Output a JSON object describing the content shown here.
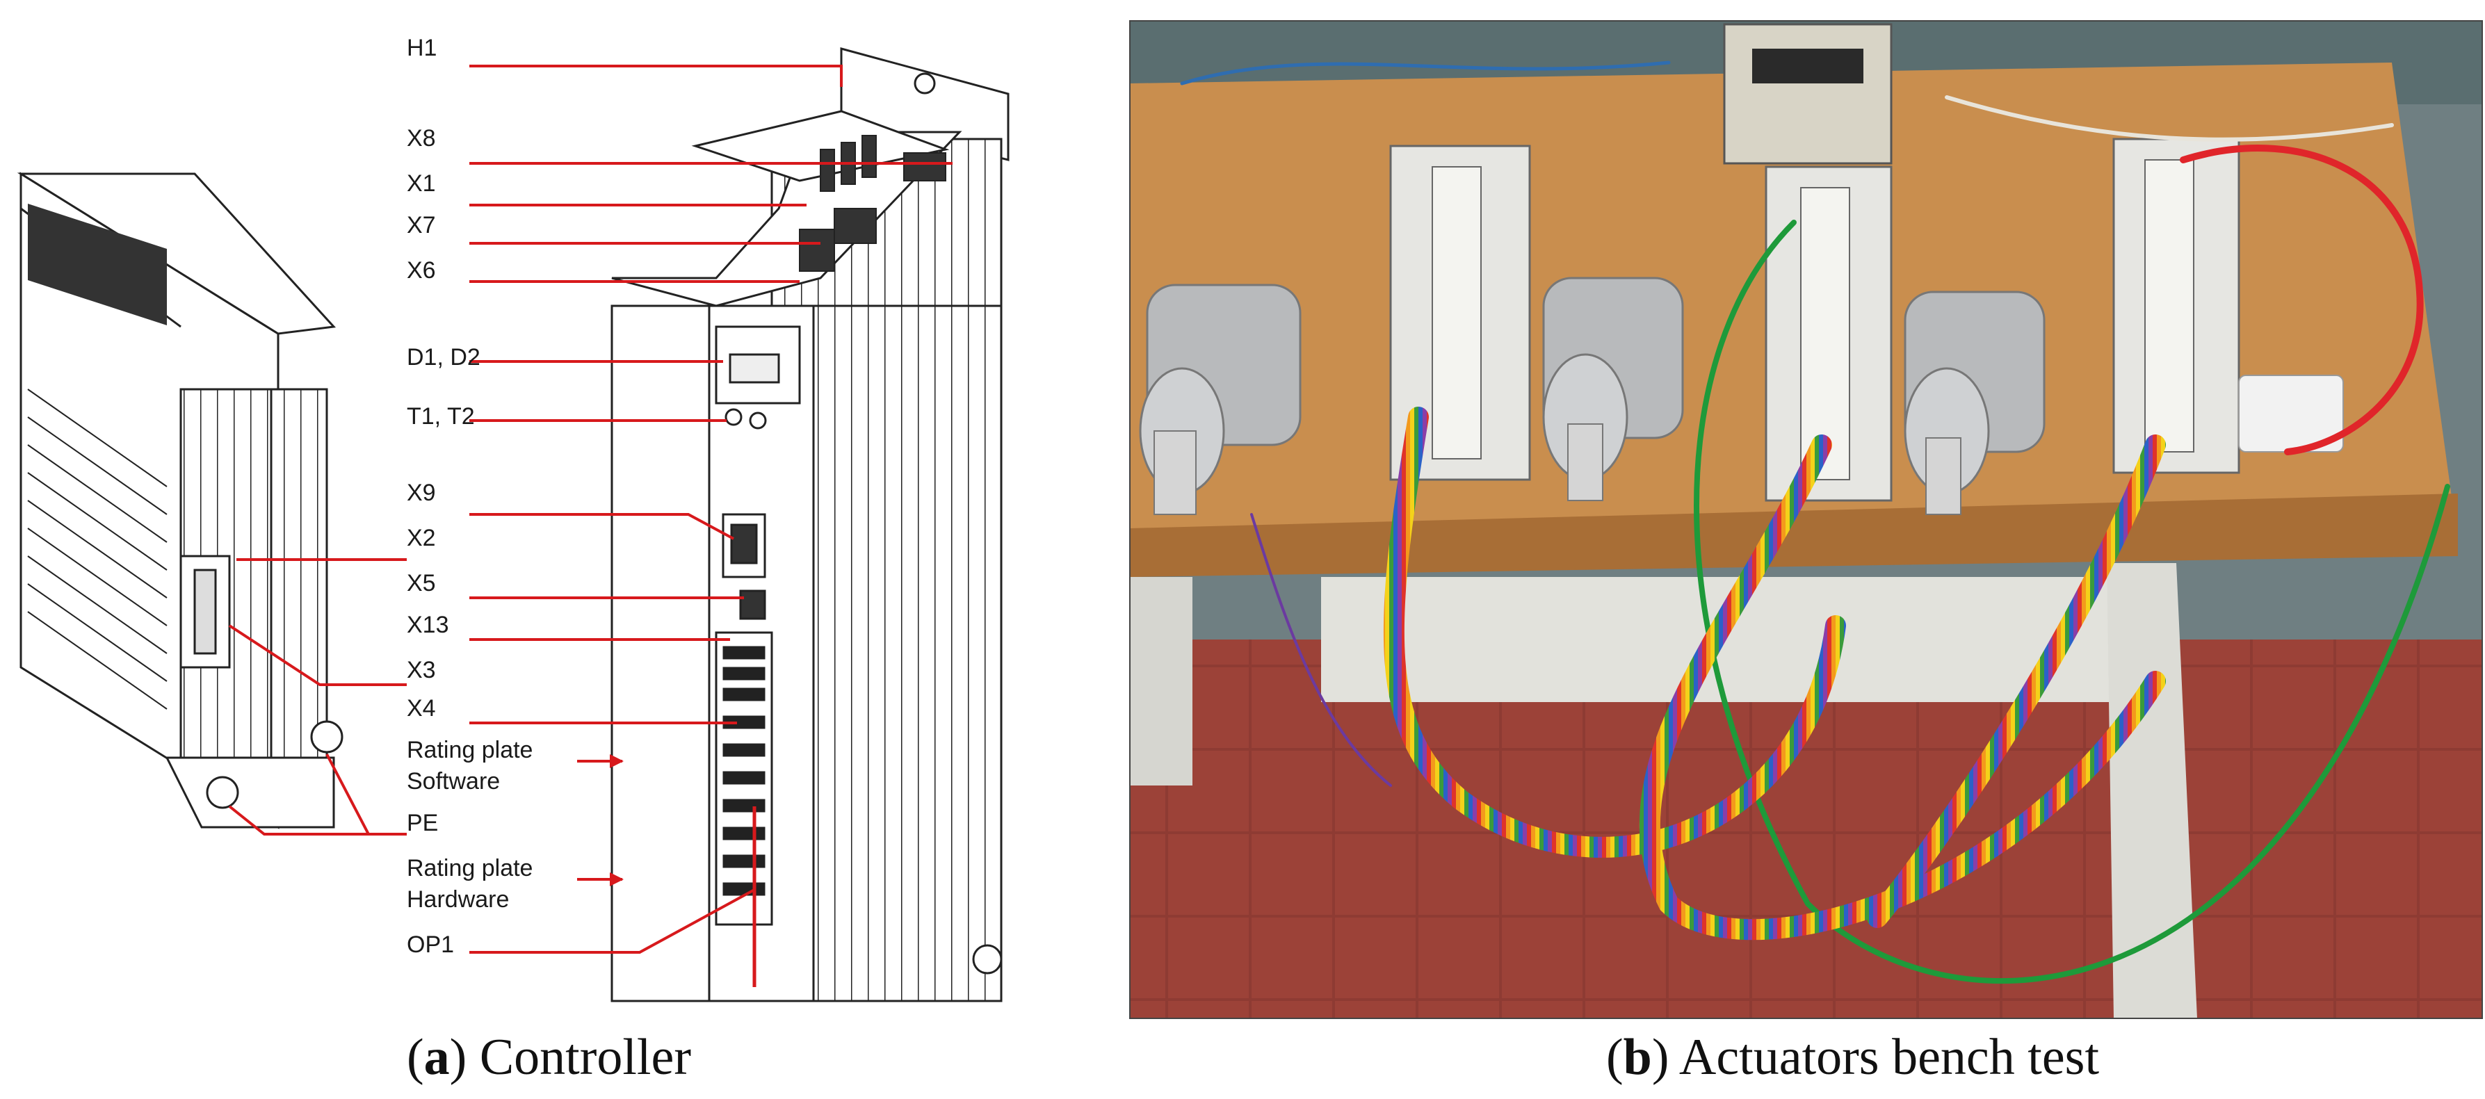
{
  "panel_a": {
    "labels": {
      "h1": "H1",
      "x8": "X8",
      "x1": "X1",
      "x7": "X7",
      "x6": "X6",
      "d1d2": "D1, D2",
      "t1t2": "T1, T2",
      "x9": "X9",
      "x2": "X2",
      "x5": "X5",
      "x13": "X13",
      "x3": "X3",
      "x4": "X4",
      "rating_software_1": "Rating plate",
      "rating_software_2": "Software",
      "pe": "PE",
      "rating_hardware_1": "Rating plate",
      "rating_hardware_2": "Hardware",
      "op1": "OP1"
    },
    "caption": {
      "letter": "a",
      "text": " Controller"
    },
    "callout_color": "#d7191c"
  },
  "panel_b": {
    "caption": {
      "letter": "b",
      "text": " Actuators bench test"
    }
  }
}
